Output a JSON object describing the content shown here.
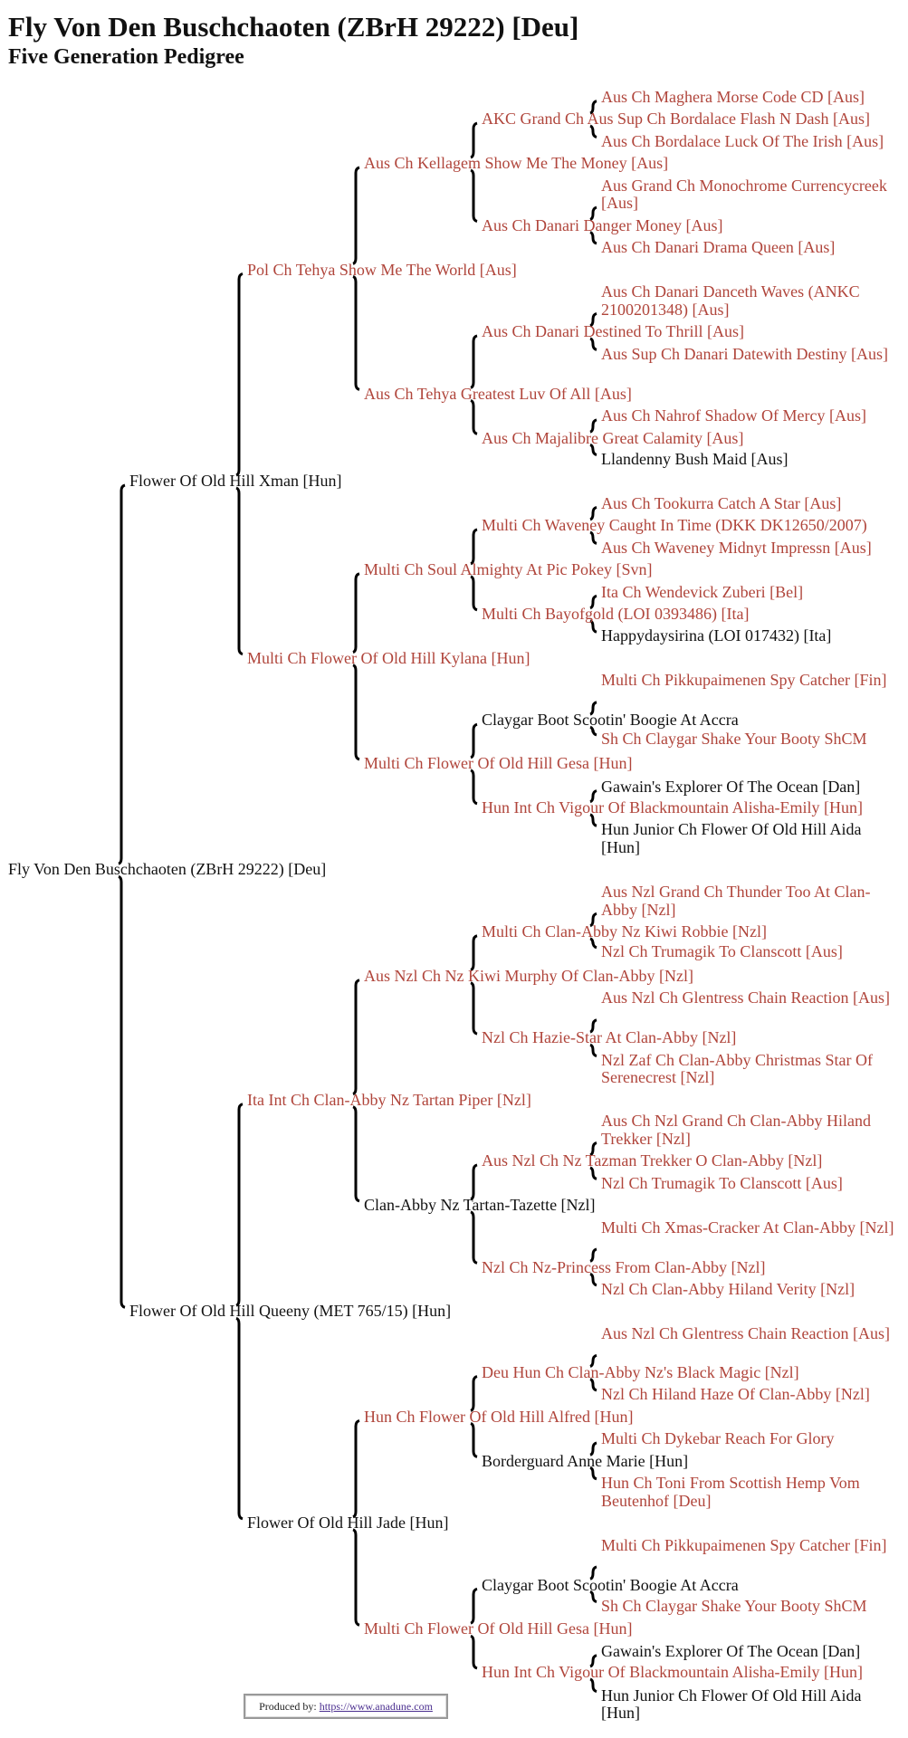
{
  "header": {
    "title": "Fly Von Den Buschchaoten (ZBrH 29222) [Deu]",
    "subtitle": "Five Generation Pedigree"
  },
  "colors": {
    "champion": "#b0453b",
    "regular": "#111111"
  },
  "footer": {
    "label": "Produced by:",
    "link": "https://www.anadune.com"
  },
  "pedigree": {
    "root": {
      "name": "Fly Von Den Buschchaoten (ZBrH 29222) [Deu]",
      "champion": false
    },
    "s": {
      "name": "Flower Of Old Hill Xman [Hun]",
      "champion": false
    },
    "ss": {
      "name": "Pol Ch Tehya Show Me The World [Aus]",
      "champion": true
    },
    "sss": {
      "name": "Aus Ch Kellagem Show Me The Money [Aus]",
      "champion": true
    },
    "ssss": {
      "name": "AKC Grand Ch Aus Sup Ch Bordalace Flash N Dash [Aus]",
      "champion": true
    },
    "sssss": {
      "name": "Aus Ch Maghera Morse Code CD [Aus]",
      "champion": true
    },
    "ssssd": {
      "name": "Aus Ch Bordalace Luck Of The Irish [Aus]",
      "champion": true
    },
    "sssd": {
      "name": "Aus Ch Danari Danger Money [Aus]",
      "champion": true
    },
    "sssds": {
      "name": "Aus Grand Ch Monochrome Currencycreek [Aus]",
      "champion": true
    },
    "sssdd": {
      "name": "Aus Ch Danari Drama Queen [Aus]",
      "champion": true
    },
    "ssd": {
      "name": "Aus Ch Tehya Greatest Luv Of All [Aus]",
      "champion": true
    },
    "ssds": {
      "name": "Aus Ch Danari Destined To Thrill [Aus]",
      "champion": true
    },
    "ssdss": {
      "name": "Aus Ch Danari Danceth Waves (ANKC 2100201348) [Aus]",
      "champion": true
    },
    "ssdsd": {
      "name": "Aus Sup Ch Danari Datewith Destiny [Aus]",
      "champion": true
    },
    "ssdd": {
      "name": "Aus Ch Majalibre Great Calamity [Aus]",
      "champion": true
    },
    "ssdds": {
      "name": "Aus Ch Nahrof Shadow Of Mercy [Aus]",
      "champion": true
    },
    "ssddd": {
      "name": "Llandenny Bush Maid [Aus]",
      "champion": false
    },
    "sd": {
      "name": "Multi Ch Flower Of Old Hill Kylana [Hun]",
      "champion": true
    },
    "sds": {
      "name": "Multi Ch Soul Almighty At Pic Pokey [Svn]",
      "champion": true
    },
    "sdss": {
      "name": "Multi Ch Waveney Caught In Time (DKK DK12650/2007)",
      "champion": true
    },
    "sdsss": {
      "name": "Aus Ch Tookurra Catch A Star [Aus]",
      "champion": true
    },
    "sdssd": {
      "name": "Aus Ch Waveney Midnyt Impressn [Aus]",
      "champion": true
    },
    "sdsd": {
      "name": "Multi Ch Bayofgold (LOI 0393486) [Ita]",
      "champion": true
    },
    "sdsds": {
      "name": "Ita Ch Wendevick Zuberi [Bel]",
      "champion": true
    },
    "sdsdd": {
      "name": "Happydaysirina (LOI 017432) [Ita]",
      "champion": false
    },
    "sdd": {
      "name": "Multi Ch Flower Of Old Hill Gesa [Hun]",
      "champion": true
    },
    "sdds": {
      "name": "Claygar Boot Scootin' Boogie At Accra",
      "champion": false
    },
    "sddss": {
      "name": "Multi Ch Pikkupaimenen Spy Catcher [Fin]",
      "champion": true
    },
    "sddsd": {
      "name": "Sh Ch Claygar Shake Your Booty ShCM",
      "champion": true
    },
    "sddd": {
      "name": "Hun Int Ch Vigour Of Blackmountain Alisha-Emily [Hun]",
      "champion": true
    },
    "sddds": {
      "name": "Gawain's Explorer Of The Ocean [Dan]",
      "champion": false
    },
    "sdddd": {
      "name": "Hun Junior Ch Flower Of Old Hill Aida [Hun]",
      "champion": false
    },
    "d": {
      "name": "Flower Of Old Hill Queeny (MET 765/15) [Hun]",
      "champion": false
    },
    "ds": {
      "name": "Ita Int Ch Clan-Abby Nz Tartan Piper [Nzl]",
      "champion": true
    },
    "dss": {
      "name": "Aus Nzl Ch Nz Kiwi Murphy Of Clan-Abby [Nzl]",
      "champion": true
    },
    "dsss": {
      "name": "Multi Ch Clan-Abby Nz Kiwi Robbie [Nzl]",
      "champion": true
    },
    "dssss": {
      "name": "Aus Nzl Grand Ch Thunder Too At Clan-Abby [Nzl]",
      "champion": true
    },
    "dsssd": {
      "name": "Nzl Ch Trumagik To Clanscott [Aus]",
      "champion": true
    },
    "dssd": {
      "name": "Nzl Ch Hazie-Star At Clan-Abby [Nzl]",
      "champion": true
    },
    "dssds": {
      "name": "Aus Nzl Ch Glentress Chain Reaction [Aus]",
      "champion": true
    },
    "dssdd": {
      "name": "Nzl Zaf Ch Clan-Abby Christmas Star Of Serenecrest [Nzl]",
      "champion": true
    },
    "dsd": {
      "name": "Clan-Abby Nz Tartan-Tazette [Nzl]",
      "champion": false
    },
    "dsds": {
      "name": "Aus Nzl Ch Nz Tazman Trekker O Clan-Abby [Nzl]",
      "champion": true
    },
    "dsdss": {
      "name": "Aus Ch Nzl Grand Ch Clan-Abby Hiland Trekker [Nzl]",
      "champion": true
    },
    "dsdsd": {
      "name": "Nzl Ch Trumagik To Clanscott [Aus]",
      "champion": true
    },
    "dsdd": {
      "name": "Nzl Ch Nz-Princess From Clan-Abby [Nzl]",
      "champion": true
    },
    "dsdds": {
      "name": "Multi Ch Xmas-Cracker At Clan-Abby [Nzl]",
      "champion": true
    },
    "dsddd": {
      "name": "Nzl Ch Clan-Abby Hiland Verity [Nzl]",
      "champion": true
    },
    "dd": {
      "name": "Flower Of Old Hill Jade [Hun]",
      "champion": false
    },
    "dds": {
      "name": "Hun Ch Flower Of Old Hill Alfred [Hun]",
      "champion": true
    },
    "ddss": {
      "name": "Deu Hun Ch Clan-Abby Nz's Black Magic [Nzl]",
      "champion": true
    },
    "ddsss": {
      "name": "Aus Nzl Ch Glentress Chain Reaction [Aus]",
      "champion": true
    },
    "ddssd": {
      "name": "Nzl Ch Hiland Haze Of Clan-Abby [Nzl]",
      "champion": true
    },
    "ddsd": {
      "name": "Borderguard Anne Marie [Hun]",
      "champion": false
    },
    "ddsds": {
      "name": "Multi Ch Dykebar Reach For Glory",
      "champion": true
    },
    "ddsdd": {
      "name": "Hun Ch Toni From Scottish Hemp Vom Beutenhof [Deu]",
      "champion": true
    },
    "ddd": {
      "name": "Multi Ch Flower Of Old Hill Gesa [Hun]",
      "champion": true
    },
    "ddds": {
      "name": "Claygar Boot Scootin' Boogie At Accra",
      "champion": false
    },
    "dddss": {
      "name": "Multi Ch Pikkupaimenen Spy Catcher [Fin]",
      "champion": true
    },
    "dddsd": {
      "name": "Sh Ch Claygar Shake Your Booty ShCM",
      "champion": true
    },
    "dddd": {
      "name": "Hun Int Ch Vigour Of Blackmountain Alisha-Emily [Hun]",
      "champion": true
    },
    "dddds": {
      "name": "Gawain's Explorer Of The Ocean [Dan]",
      "champion": false
    },
    "ddddd": {
      "name": "Hun Junior Ch Flower Of Old Hill Aida [Hun]",
      "champion": false
    }
  }
}
